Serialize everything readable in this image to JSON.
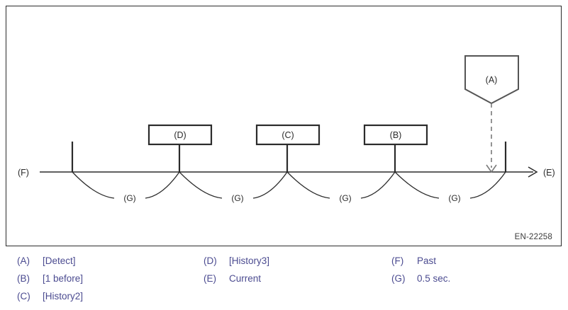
{
  "figure": {
    "doc_code": "EN-22258",
    "axis": {
      "left_label": "(F)",
      "right_label": "(E)"
    },
    "boxes": [
      {
        "id": "box-d",
        "label": "(D)"
      },
      {
        "id": "box-c",
        "label": "(C)"
      },
      {
        "id": "box-b",
        "label": "(B)"
      }
    ],
    "callout": {
      "label": "(A)"
    },
    "interval_labels": [
      "(G)",
      "(G)",
      "(G)",
      "(G)"
    ],
    "colors": {
      "line": "#2b2b2b",
      "legend_text": "#4b4b90",
      "code_text": "#3a3a3a",
      "background": "#ffffff"
    }
  },
  "legend": {
    "columns": [
      {
        "rows": [
          {
            "key": "(A)",
            "text": "[Detect]"
          },
          {
            "key": "(B)",
            "text": "[1 before]"
          },
          {
            "key": "(C)",
            "text": "[History2]"
          }
        ]
      },
      {
        "rows": [
          {
            "key": "(D)",
            "text": "[History3]"
          },
          {
            "key": "(E)",
            "text": "Current"
          }
        ]
      },
      {
        "rows": [
          {
            "key": "(F)",
            "text": "Past"
          },
          {
            "key": "(G)",
            "text": "0.5 sec."
          }
        ]
      }
    ]
  }
}
